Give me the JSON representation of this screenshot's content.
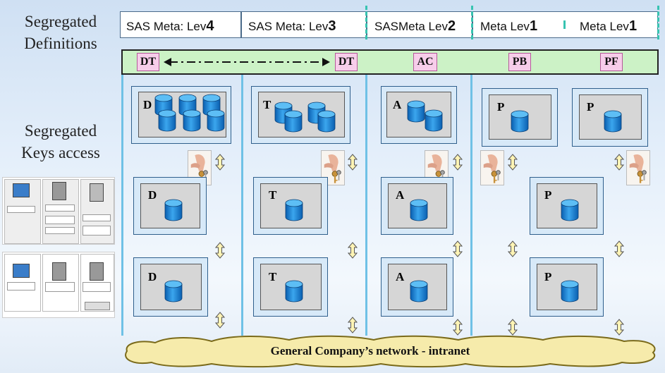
{
  "titles": {
    "definitions": [
      "Segregated",
      "Definitions"
    ],
    "keys": [
      "Segregated",
      "Keys access"
    ]
  },
  "levels": [
    {
      "label": "SAS Meta: Lev",
      "num": "4"
    },
    {
      "label": "SAS Meta: Lev",
      "num": "3"
    },
    {
      "label": "SASMeta Lev",
      "num": "2"
    },
    {
      "label": "Meta Lev",
      "num": "1"
    },
    {
      "label": "Meta Lev",
      "num": "1"
    }
  ],
  "tags": [
    "DT",
    "DT",
    "AC",
    "PB",
    "PF"
  ],
  "letters": {
    "d": "D",
    "t": "T",
    "a": "A",
    "p": "P"
  },
  "network": "General Company’s network - intranet",
  "colors": {
    "bar": "#ccf2c6",
    "tag": "#f7cdea",
    "cylinder": "#1f86d6",
    "panel": "#d7e9f8"
  },
  "icons": [
    "database-cylinder-icon",
    "key-hand-icon",
    "double-arrow-icon",
    "cloud-icon"
  ]
}
